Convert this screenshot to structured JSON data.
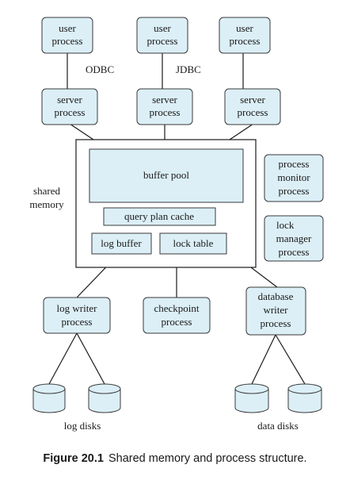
{
  "figure": {
    "label": "Figure 20.1",
    "caption": "Shared memory and process structure."
  },
  "user_processes": [
    {
      "line1": "user",
      "line2": "process"
    },
    {
      "line1": "user",
      "line2": "process"
    },
    {
      "line1": "user",
      "line2": "process"
    }
  ],
  "connectors": {
    "odbc": "ODBC",
    "jdbc": "JDBC"
  },
  "server_processes": [
    {
      "line1": "server",
      "line2": "process"
    },
    {
      "line1": "server",
      "line2": "process"
    },
    {
      "line1": "server",
      "line2": "process"
    }
  ],
  "shared_memory": {
    "label_line1": "shared",
    "label_line2": "memory",
    "buffer_pool": "buffer pool",
    "query_plan_cache": "query plan cache",
    "log_buffer": "log buffer",
    "lock_table": "lock table"
  },
  "side_processes": {
    "process_monitor": [
      "process",
      "monitor",
      "process"
    ],
    "lock_manager": [
      "lock",
      "manager",
      "process"
    ]
  },
  "bottom_processes": {
    "log_writer": [
      "log writer",
      "process"
    ],
    "checkpoint": [
      "checkpoint",
      "process"
    ],
    "database_writer": [
      "database",
      "writer",
      "process"
    ]
  },
  "disks": {
    "log_disks_label": "log disks",
    "data_disks_label": "data disks"
  },
  "colors": {
    "process_fill": "#dceff7",
    "stroke": "#1a1a1a"
  }
}
